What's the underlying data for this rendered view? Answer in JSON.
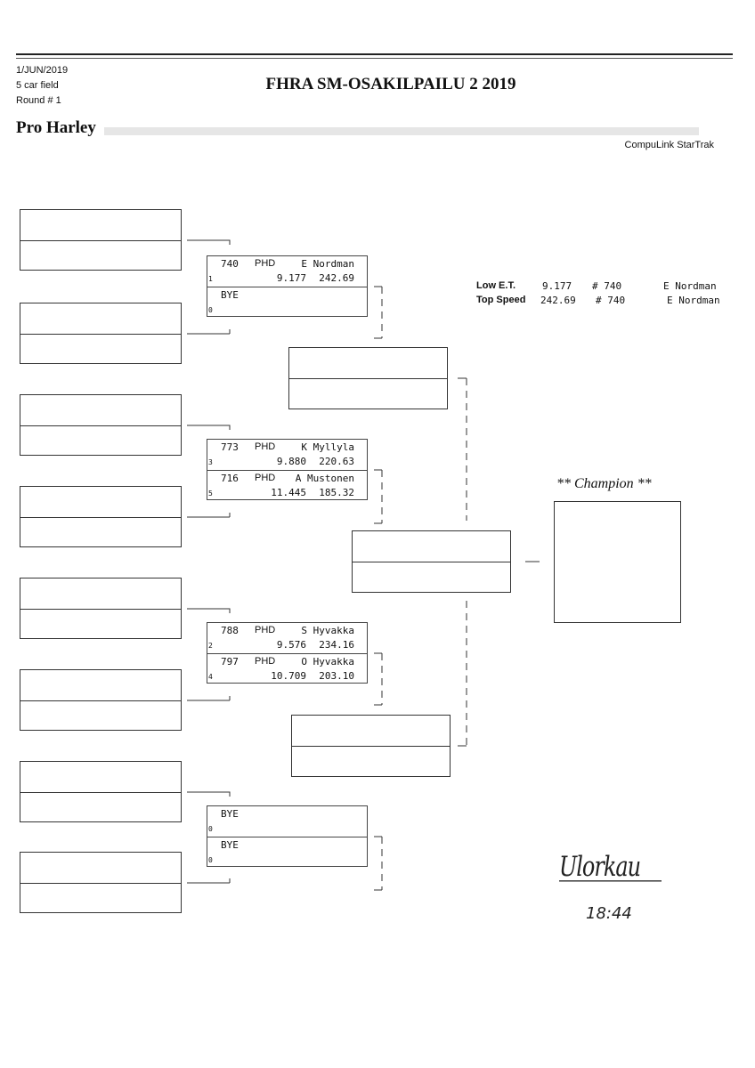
{
  "header": {
    "date": "1/JUN/2019",
    "field": "5 car field",
    "round": "Round # 1",
    "title": "FHRA SM-OSAKILPAILU 2 2019",
    "class": "Pro Harley",
    "software": "CompuLink StarTrak"
  },
  "stats": [
    {
      "label": "Low  E.T.",
      "value": "9.177",
      "car": "# 740",
      "name": "E Nordman"
    },
    {
      "label": "Top Speed",
      "value": "242.69",
      "car": "# 740",
      "name": "E Nordman"
    }
  ],
  "matchups": [
    [
      {
        "num": "740",
        "class": "PHD",
        "name": "E Nordman",
        "seed": "1",
        "et": "9.177",
        "speed": "242.69"
      },
      {
        "num": "BYE",
        "class": "",
        "name": "",
        "seed": "0",
        "et": "",
        "speed": ""
      }
    ],
    [
      {
        "num": "773",
        "class": "PHD",
        "name": "K Myllyla",
        "seed": "3",
        "et": "9.880",
        "speed": "220.63"
      },
      {
        "num": "716",
        "class": "PHD",
        "name": "A Mustonen",
        "seed": "5",
        "et": "11.445",
        "speed": "185.32"
      }
    ],
    [
      {
        "num": "788",
        "class": "PHD",
        "name": "S Hyvakka",
        "seed": "2",
        "et": "9.576",
        "speed": "234.16"
      },
      {
        "num": "797",
        "class": "PHD",
        "name": "O Hyvakka",
        "seed": "4",
        "et": "10.709",
        "speed": "203.10"
      }
    ],
    [
      {
        "num": "BYE",
        "class": "",
        "name": "",
        "seed": "0",
        "et": "",
        "speed": ""
      },
      {
        "num": "BYE",
        "class": "",
        "name": "",
        "seed": "0",
        "et": "",
        "speed": ""
      }
    ]
  ],
  "champion_label": "** Champion **",
  "signature": {
    "text": "Ulorkau",
    "time": "18:44"
  }
}
